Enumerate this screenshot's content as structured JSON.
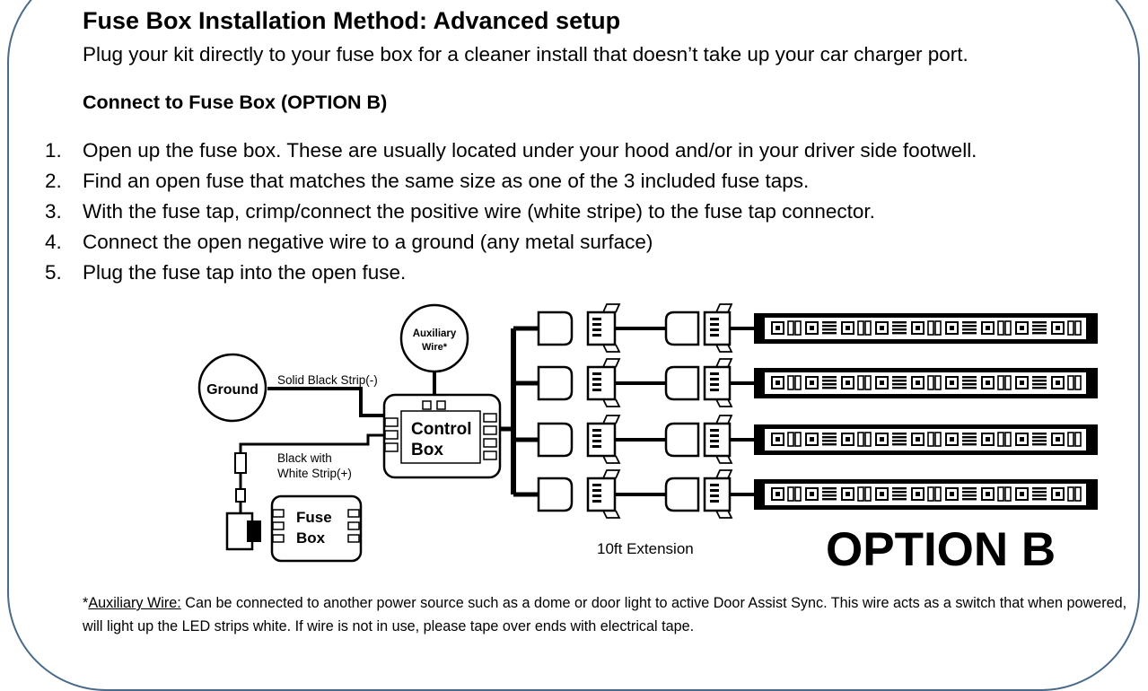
{
  "header": {
    "title": "Fuse Box Installation Method: Advanced setup",
    "subtitle": "Plug your kit directly to your fuse box for a cleaner install that doesn’t take up your car charger port."
  },
  "section_title": "Connect to Fuse Box (OPTION B)",
  "steps": [
    {
      "num": "1.",
      "text": "Open up the fuse box. These are usually located under your hood and/or in your driver side footwell."
    },
    {
      "num": "2.",
      "text": "Find an open fuse that matches the same size as one of the 3 included fuse taps."
    },
    {
      "num": "3.",
      "text": "With the fuse tap, crimp/connect the positive wire (white stripe) to the fuse tap connector."
    },
    {
      "num": "4.",
      "text": "Connect the open negative wire to a ground (any metal surface)"
    },
    {
      "num": "5.",
      "text": "Plug the fuse tap into the open fuse."
    }
  ],
  "diagram": {
    "ground": "Ground",
    "aux_line1": "Auxiliary",
    "aux_line2": "Wire*",
    "solid_black": "Solid Black Strip(-)",
    "bw_line1": "Black with",
    "bw_line2": "White Strip(+)",
    "control_line1": "Control",
    "control_line2": "Box",
    "fuse_line1": "Fuse",
    "fuse_line2": "Box",
    "extension": "10ft Extension",
    "option": "OPTION B"
  },
  "footnote": {
    "star": "*",
    "label": "Auxiliary Wire:",
    "text": " Can be connected to another power source such as a dome or door light to active Door Assist Sync. This wire acts as a switch that when powered, will light up the LED strips white. If wire is not in use, please tape over ends with electrical tape."
  }
}
